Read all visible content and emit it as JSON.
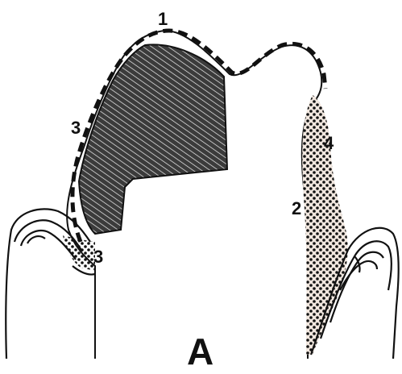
{
  "figure": {
    "figure_label": "A",
    "labels": [
      "1",
      "2",
      "3",
      "3",
      "4"
    ]
  },
  "colors": {
    "ink": "#111111",
    "paper": "#ffffff",
    "tissue": "#f1e7df"
  }
}
